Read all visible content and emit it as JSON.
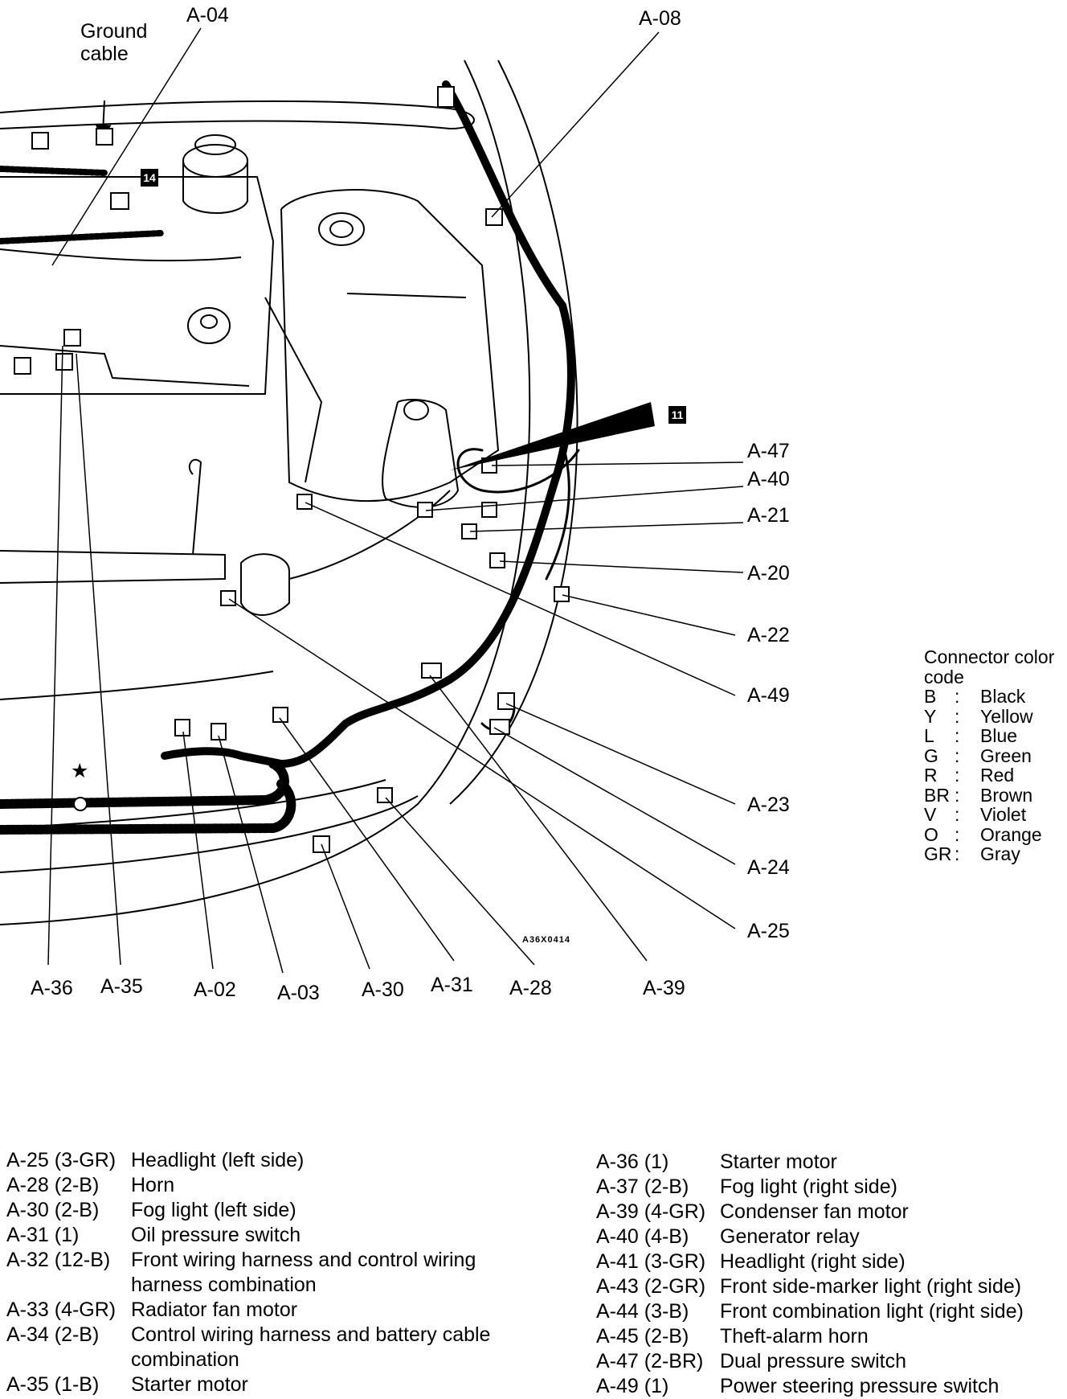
{
  "diagram": {
    "ground_cable_label": "Ground cable",
    "figure_code": "A36X0414",
    "star_marker": "★",
    "callouts": [
      "14",
      "11"
    ],
    "connectors": [
      "A-04",
      "A-08",
      "A-47",
      "A-40",
      "A-21",
      "A-20",
      "A-22",
      "A-49",
      "A-23",
      "A-24",
      "A-25",
      "A-36",
      "A-35",
      "A-02",
      "A-03",
      "A-30",
      "A-31",
      "A-28",
      "A-39"
    ]
  },
  "legend": {
    "title": "Connector color code",
    "entries": [
      {
        "code": "B",
        "color": "Black"
      },
      {
        "code": "Y",
        "color": "Yellow"
      },
      {
        "code": "L",
        "color": "Blue"
      },
      {
        "code": "G",
        "color": "Green"
      },
      {
        "code": "R",
        "color": "Red"
      },
      {
        "code": "BR",
        "color": "Brown"
      },
      {
        "code": "V",
        "color": "Violet"
      },
      {
        "code": "O",
        "color": "Orange"
      },
      {
        "code": "GR",
        "color": "Gray"
      }
    ]
  },
  "parts_left": [
    {
      "code": "A-25 (3-GR)",
      "desc": "Headlight (left side)"
    },
    {
      "code": "A-28 (2-B)",
      "desc": "Horn"
    },
    {
      "code": "A-30 (2-B)",
      "desc": "Fog light (left side)"
    },
    {
      "code": "A-31 (1)",
      "desc": "Oil pressure switch"
    },
    {
      "code": "A-32 (12-B)",
      "desc": "Front wiring harness and control wiring harness combination"
    },
    {
      "code": "A-33 (4-GR)",
      "desc": "Radiator fan motor"
    },
    {
      "code": "A-34 (2-B)",
      "desc": "Control wiring harness and battery cable combination"
    },
    {
      "code": "A-35 (1-B)",
      "desc": "Starter motor"
    }
  ],
  "parts_right": [
    {
      "code": "A-36 (1)",
      "desc": "Starter motor"
    },
    {
      "code": "A-37 (2-B)",
      "desc": "Fog light (right side)"
    },
    {
      "code": "A-39 (4-GR)",
      "desc": "Condenser fan motor"
    },
    {
      "code": "A-40 (4-B)",
      "desc": "Generator relay"
    },
    {
      "code": "A-41 (3-GR)",
      "desc": "Headlight (right side)"
    },
    {
      "code": "A-43 (2-GR)",
      "desc": "Front side-marker light (right side)"
    },
    {
      "code": "A-44 (3-B)",
      "desc": "Front combination light (right side)"
    },
    {
      "code": "A-45 (2-B)",
      "desc": "Theft-alarm horn"
    },
    {
      "code": "A-47 (2-BR)",
      "desc": "Dual pressure switch"
    },
    {
      "code": "A-49 (1)",
      "desc": "Power steering pressure switch"
    }
  ]
}
